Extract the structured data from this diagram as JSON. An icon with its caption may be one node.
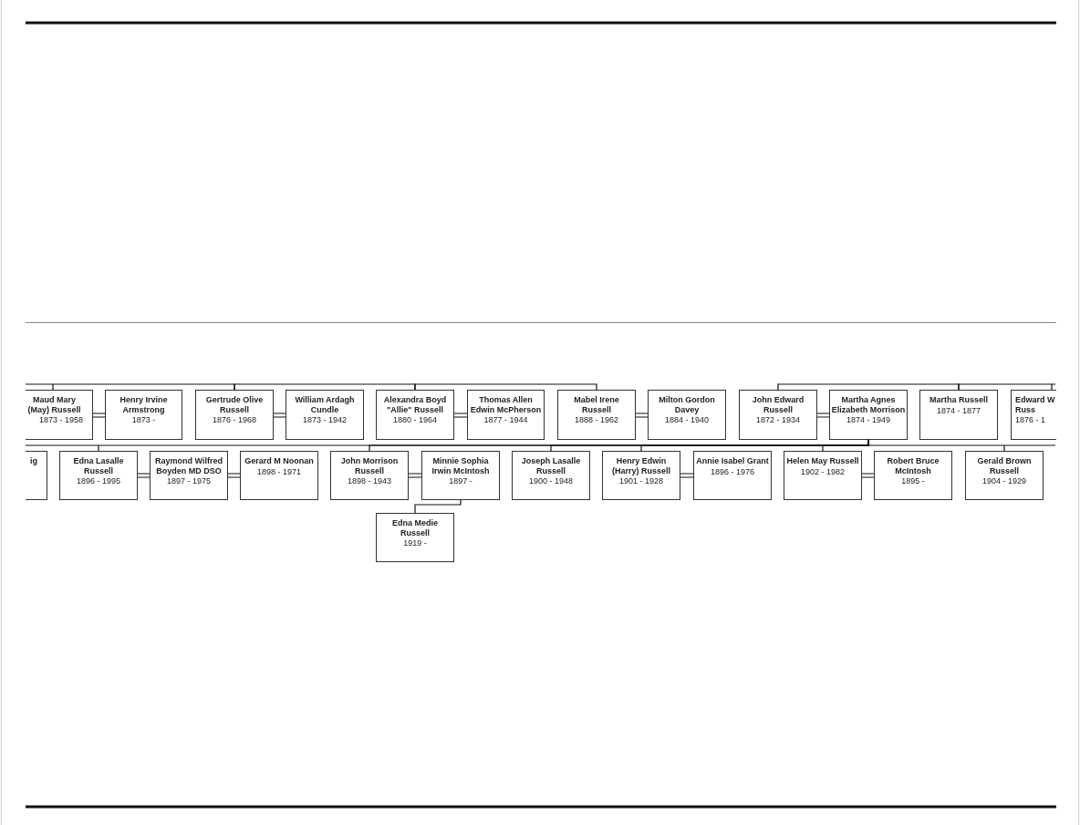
{
  "diagram": {
    "nodes": [
      {
        "text": [
          "Maud Mary (May) Russell",
          "1873 - 1958"
        ]
      },
      {
        "text": [
          "Henry Irvine Armstrong",
          "1873 -"
        ]
      },
      {
        "text": [
          "Gertrude Olive Russell",
          "1876 - 1968"
        ]
      },
      {
        "text": [
          "William Ardagh Cundle",
          "1873 - 1942"
        ]
      },
      {
        "text": [
          "Alexandra Boyd \"Allie\" Russell",
          "1880 - 1964"
        ]
      },
      {
        "text": [
          "Thomas Allen Edwin McPherson",
          "1877 - 1944"
        ]
      },
      {
        "text": [
          "Mabel Irene Russell",
          "1888 - 1962"
        ]
      },
      {
        "text": [
          "Milton Gordon Davey",
          "1884 - 1940"
        ]
      },
      {
        "text": [
          "John Edward Russell",
          "1872 - 1934"
        ]
      },
      {
        "text": [
          "Martha Agnes Elizabeth Morrison",
          "1874 - 1949"
        ]
      },
      {
        "text": [
          "Martha Russell",
          "1874 - 1877"
        ]
      },
      {
        "text": [
          "Edward W Russ",
          "1876 - 1"
        ]
      },
      {
        "text": [
          "ig"
        ]
      },
      {
        "text": [
          "Edna Lasalle Russell",
          "1896 - 1995"
        ]
      },
      {
        "text": [
          "Raymond Wilfred Boyden MD DSO",
          "1897 - 1975"
        ]
      },
      {
        "text": [
          "Gerard M Noonan",
          "1898 - 1971"
        ]
      },
      {
        "text": [
          "John Morrison Russell",
          "1898 - 1943"
        ]
      },
      {
        "text": [
          "Minnie Sophia Irwin McIntosh",
          "1897 -"
        ]
      },
      {
        "text": [
          "Joseph Lasalle Russell",
          "1900 - 1948"
        ]
      },
      {
        "text": [
          "Henry Edwin (Harry) Russell",
          "1901 - 1928"
        ]
      },
      {
        "text": [
          "Annie Isabel Grant",
          "1896 - 1976"
        ]
      },
      {
        "text": [
          "Helen May Russell",
          "1902 - 1982"
        ]
      },
      {
        "text": [
          "Robert Bruce McIntosh",
          "1895 -"
        ]
      },
      {
        "text": [
          "Gerald Brown Russell",
          "1904 - 1929"
        ]
      },
      {
        "text": [
          "Edna Medie Russell",
          "1919 -"
        ]
      }
    ],
    "edges": [
      {
        "from": 0,
        "to": 2,
        "arrow": "none"
      },
      {
        "from": 2,
        "to": 4,
        "arrow": "none"
      },
      {
        "from": 4,
        "to": 6,
        "arrow": "none"
      },
      {
        "from": 8,
        "to": 10,
        "arrow": "none"
      },
      {
        "from": 10,
        "to": 11,
        "arrow": "none"
      },
      {
        "from": 0,
        "to": 1,
        "arrow": "none"
      },
      {
        "from": 2,
        "to": 3,
        "arrow": "none"
      },
      {
        "from": 4,
        "to": 5,
        "arrow": "none"
      },
      {
        "from": 6,
        "to": 7,
        "arrow": "none"
      },
      {
        "from": 8,
        "to": 9,
        "arrow": "none"
      },
      {
        "from": 9,
        "to": 13,
        "arrow": "none"
      },
      {
        "from": 9,
        "to": 16,
        "arrow": "none"
      },
      {
        "from": 9,
        "to": 18,
        "arrow": "none"
      },
      {
        "from": 9,
        "to": 19,
        "arrow": "none"
      },
      {
        "from": 9,
        "to": 21,
        "arrow": "none"
      },
      {
        "from": 9,
        "to": 23,
        "arrow": "none"
      },
      {
        "from": 13,
        "to": 14,
        "arrow": "none"
      },
      {
        "from": 14,
        "to": 15,
        "arrow": "none"
      },
      {
        "from": 16,
        "to": 17,
        "arrow": "none"
      },
      {
        "from": 19,
        "to": 20,
        "arrow": "none"
      },
      {
        "from": 21,
        "to": 22,
        "arrow": "none"
      },
      {
        "from": 17,
        "to": 24,
        "arrow": "none"
      }
    ]
  }
}
